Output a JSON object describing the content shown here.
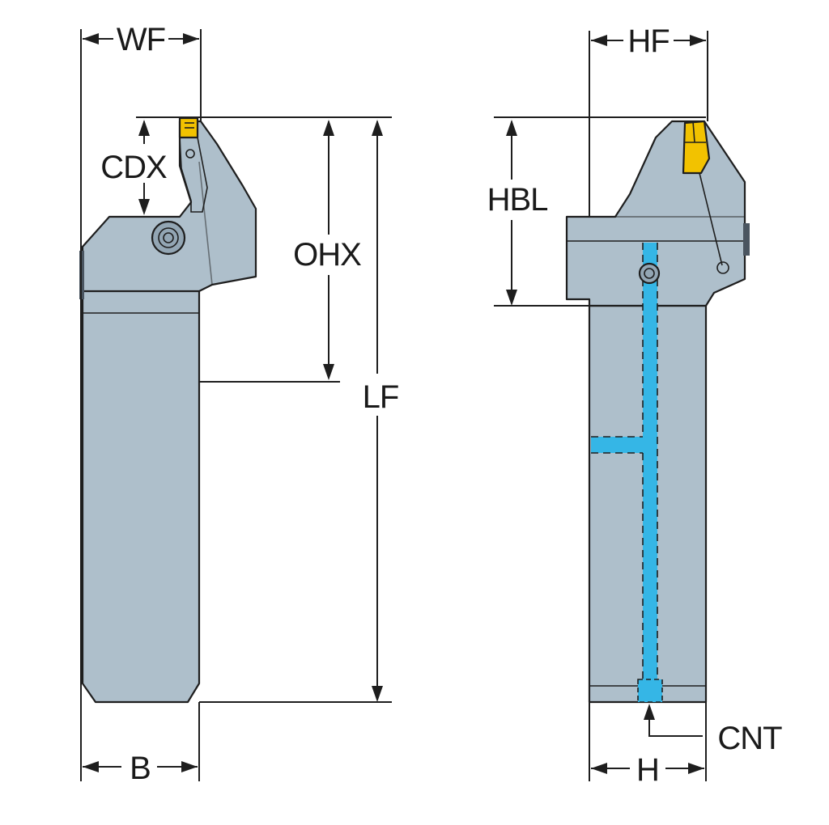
{
  "colors": {
    "body": "#aebfcb",
    "body_dark": "#93a6b4",
    "insert": "#f2c200",
    "insert_dark": "#b38a00",
    "coolant": "#35b6e6",
    "line": "#1e1e1e"
  },
  "labels": {
    "wf": "WF",
    "cdx": "CDX",
    "ohx": "OHX",
    "lf": "LF",
    "b": "B",
    "hf": "HF",
    "hbl": "HBL",
    "cnt": "CNT",
    "h": "H"
  },
  "icons": {
    "clamp_screw_front": "clamp-screw-icon",
    "clamp_screw_side": "clamp-screw-icon",
    "coolant_channel": "coolant-channel-icon"
  }
}
